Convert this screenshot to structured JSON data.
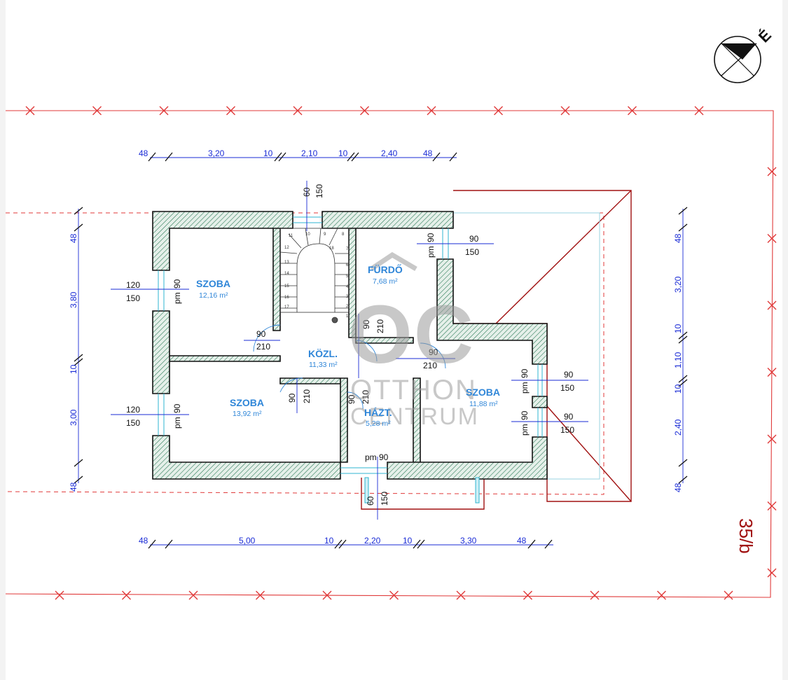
{
  "rooms": [
    {
      "name": "SZOBA",
      "area": "12,16 m²"
    },
    {
      "name": "FÜRDŐ",
      "area": "7,68 m²"
    },
    {
      "name": "KÖZL.",
      "area": "11,33 m²"
    },
    {
      "name": "SZOBA",
      "area": "13,92 m²"
    },
    {
      "name": "HÁZT.",
      "area": "5,28 m²"
    },
    {
      "name": "SZOBA",
      "area": "11,88 m²"
    }
  ],
  "dims_top": [
    "48",
    "3,20",
    "10",
    "2,10",
    "10",
    "2,40",
    "48"
  ],
  "dims_bottom": [
    "48",
    "5,00",
    "10",
    "2,20",
    "10",
    "3,30",
    "48"
  ],
  "dims_left": [
    "48",
    "3,80",
    "10",
    "3,00",
    "48"
  ],
  "dims_right": [
    "48",
    "3,20",
    "10",
    "1,10",
    "10",
    "2,40",
    "48"
  ],
  "window_top": [
    "60",
    "150"
  ],
  "window_bottom": [
    "60",
    "150"
  ],
  "window_labels": {
    "szoba1": [
      "120",
      "150"
    ],
    "szoba2": [
      "120",
      "150"
    ],
    "furdo": [
      "90",
      "150"
    ],
    "szoba3_a": [
      "90",
      "150"
    ],
    "szoba3_b": [
      "90",
      "150"
    ],
    "pm": "pm",
    "pm90": "90",
    "pm_bottom": "pm 90"
  },
  "door_labels": {
    "szoba1": [
      "90",
      "210"
    ],
    "szoba2": [
      "90",
      "210"
    ],
    "furdo": [
      "90",
      "210"
    ],
    "szoba3": [
      "90",
      "210"
    ],
    "hazt": [
      "90",
      "210"
    ]
  },
  "stair_numbers": [
    "1",
    "2",
    "3",
    "4",
    "5",
    "6",
    "7",
    "8",
    "9",
    "10",
    "11",
    "12",
    "13",
    "14",
    "15",
    "16",
    "17",
    "18"
  ],
  "parcel_number": "35/b",
  "orientation_label": "É",
  "watermark": {
    "logo": "OC",
    "line1": "OTTHON",
    "line2": "CENTRUM"
  },
  "colors": {
    "dim_blue": "#1a2bd6",
    "room_blue": "#2f86d8",
    "red_line": "#e03a3a",
    "wall_hatch": "#2f7d5a",
    "parcel_red": "#a01010"
  }
}
